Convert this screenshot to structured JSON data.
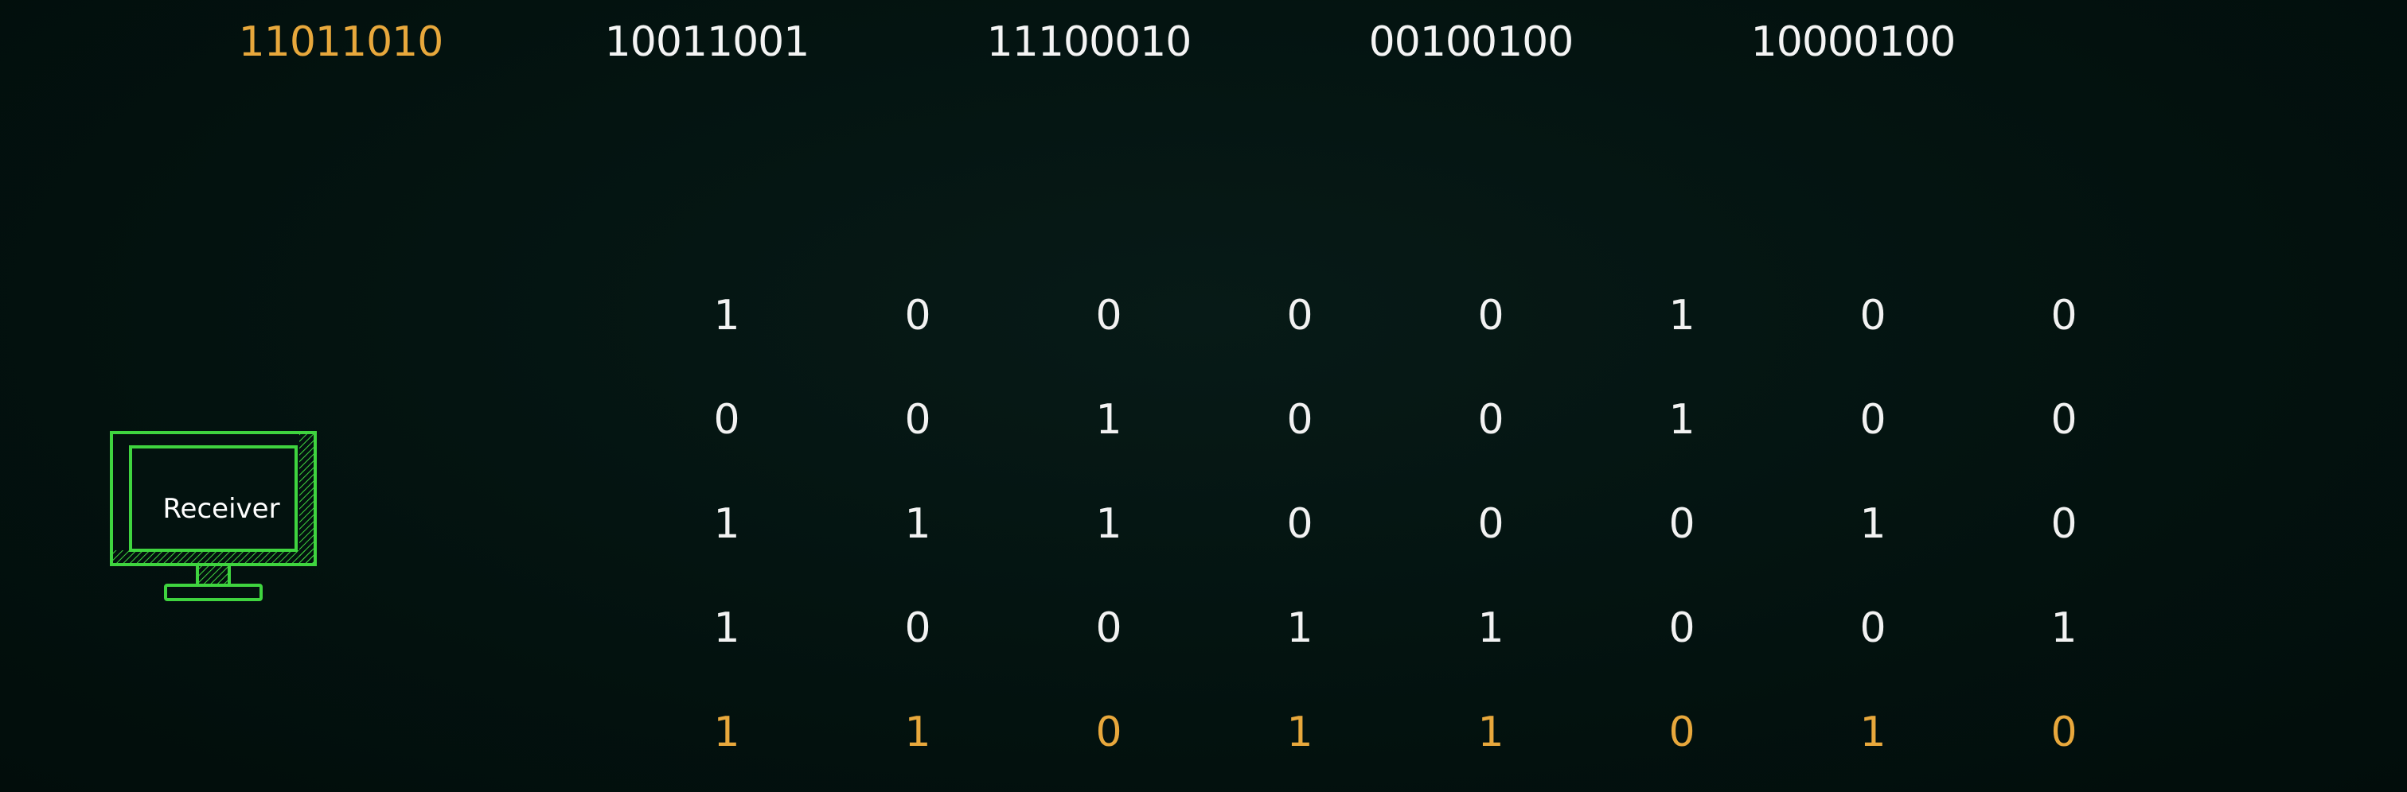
{
  "received_bytes": [
    {
      "text": "11011010",
      "highlight": true
    },
    {
      "text": "10011001",
      "highlight": false
    },
    {
      "text": "11100010",
      "highlight": false
    },
    {
      "text": "00100100",
      "highlight": false
    },
    {
      "text": "10000100",
      "highlight": false
    }
  ],
  "bit_rows": [
    {
      "bits": [
        "1",
        "0",
        "0",
        "0",
        "0",
        "1",
        "0",
        "0"
      ],
      "parity": false
    },
    {
      "bits": [
        "0",
        "0",
        "1",
        "0",
        "0",
        "1",
        "0",
        "0"
      ],
      "parity": false
    },
    {
      "bits": [
        "1",
        "1",
        "1",
        "0",
        "0",
        "0",
        "1",
        "0"
      ],
      "parity": false
    },
    {
      "bits": [
        "1",
        "0",
        "0",
        "1",
        "1",
        "0",
        "0",
        "1"
      ],
      "parity": false
    },
    {
      "bits": [
        "1",
        "1",
        "0",
        "1",
        "1",
        "0",
        "1",
        "0"
      ],
      "parity": true
    }
  ],
  "receiver": {
    "label": "Receiver",
    "icon": "monitor-icon"
  },
  "colors": {
    "background": "#03120f",
    "text": "#f2f2f2",
    "highlight": "#e8a83c",
    "receiver_stroke": "#3fd43f"
  }
}
